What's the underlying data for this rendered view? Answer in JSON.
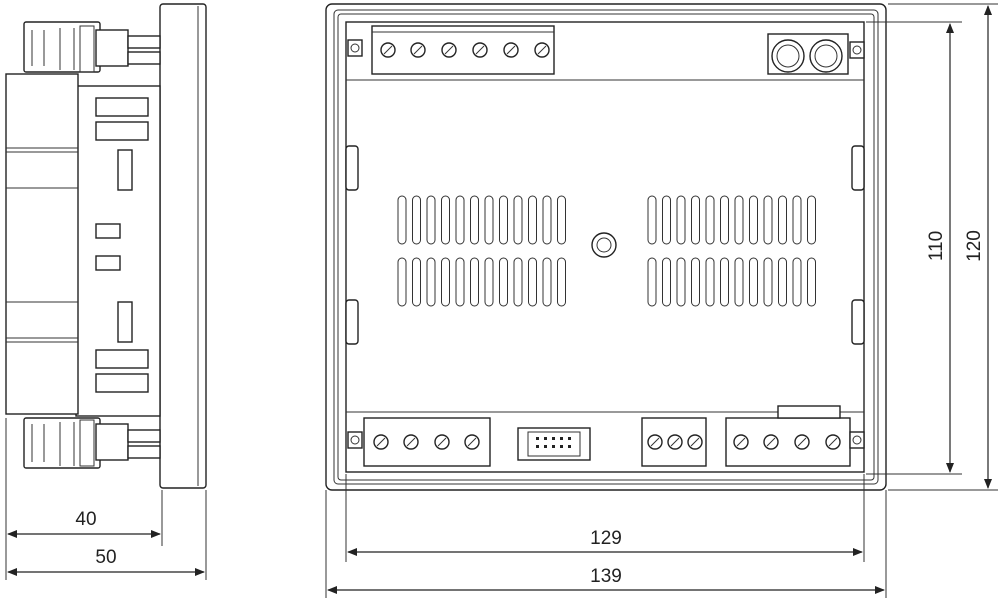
{
  "dimensions": {
    "depth_inner": "40",
    "depth_outer": "50",
    "width_inner": "129",
    "width_outer": "139",
    "height_inner": "110",
    "height_outer": "120"
  },
  "colors": {
    "line": "#222222",
    "background": "#ffffff"
  }
}
